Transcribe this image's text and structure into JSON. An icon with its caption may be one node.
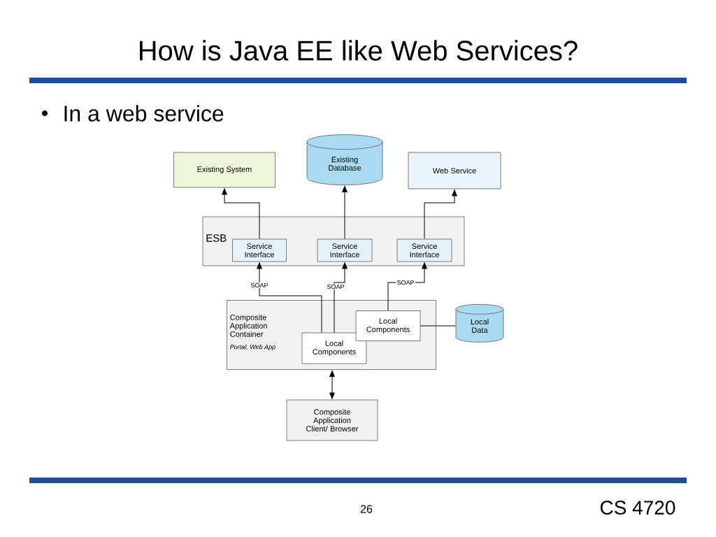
{
  "diagram": {
    "title": "How is Java EE like Web Services?",
    "nodes": [
      {
        "text": [
          "Existing System"
        ]
      },
      {
        "text": [
          "Existing Database"
        ]
      },
      {
        "text": [
          "Web Service"
        ]
      },
      {
        "text": [
          "ESB"
        ]
      },
      {
        "text": [
          "Service Interface"
        ],
        "in": 3
      },
      {
        "text": [
          "Service Interface"
        ],
        "in": 3
      },
      {
        "text": [
          "Service Interface"
        ],
        "in": 3
      },
      {
        "text": [
          "Composite Application Container",
          "Portal, Web App"
        ]
      },
      {
        "text": [
          "Local Components"
        ],
        "in": 7
      },
      {
        "text": [
          "Local Components"
        ],
        "in": 7
      },
      {
        "text": [
          "Local Data"
        ]
      },
      {
        "text": [
          "Composite Application Client/ Browser"
        ]
      }
    ],
    "edges": [
      {
        "from": 4,
        "to": 0,
        "arrow": "to"
      },
      {
        "from": 5,
        "to": 1,
        "arrow": "to"
      },
      {
        "from": 6,
        "to": 2,
        "arrow": "to"
      },
      {
        "from": 8,
        "to": 4,
        "arrow": "to",
        "label": "SOAP"
      },
      {
        "from": 8,
        "to": 5,
        "arrow": "to",
        "label": "SOAP"
      },
      {
        "from": 9,
        "to": 6,
        "arrow": "to",
        "label": "SOAP"
      },
      {
        "from": 9,
        "to": 10,
        "arrow": "none"
      },
      {
        "from": 7,
        "to": 11,
        "arrow": "both"
      }
    ],
    "labels": [
      "In a web service",
      "26",
      "CS 4720"
    ]
  }
}
